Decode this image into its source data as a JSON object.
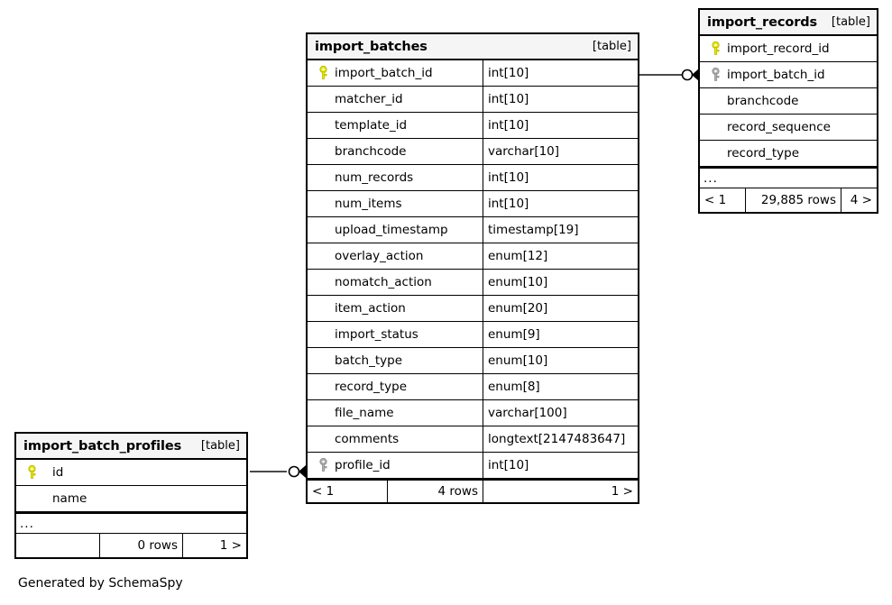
{
  "diagram": {
    "footer_note": "Generated by SchemaSpy",
    "kind_label": "[table]",
    "ellipsis": "...",
    "colors": {
      "primary_key": "#e8e800",
      "foreign_key": "#b0b0b0",
      "border": "#000000",
      "header_bg": "#f5f5f5",
      "background": "#ffffff"
    }
  },
  "tables": {
    "import_batches": {
      "name": "import_batches",
      "kind": "[table]",
      "columns": [
        {
          "key": "primary",
          "name": "import_batch_id",
          "type": "int[10]"
        },
        {
          "key": "none",
          "name": "matcher_id",
          "type": "int[10]"
        },
        {
          "key": "none",
          "name": "template_id",
          "type": "int[10]"
        },
        {
          "key": "none",
          "name": "branchcode",
          "type": "varchar[10]"
        },
        {
          "key": "none",
          "name": "num_records",
          "type": "int[10]"
        },
        {
          "key": "none",
          "name": "num_items",
          "type": "int[10]"
        },
        {
          "key": "none",
          "name": "upload_timestamp",
          "type": "timestamp[19]"
        },
        {
          "key": "none",
          "name": "overlay_action",
          "type": "enum[12]"
        },
        {
          "key": "none",
          "name": "nomatch_action",
          "type": "enum[10]"
        },
        {
          "key": "none",
          "name": "item_action",
          "type": "enum[20]"
        },
        {
          "key": "none",
          "name": "import_status",
          "type": "enum[9]"
        },
        {
          "key": "none",
          "name": "batch_type",
          "type": "enum[10]"
        },
        {
          "key": "none",
          "name": "record_type",
          "type": "enum[8]"
        },
        {
          "key": "none",
          "name": "file_name",
          "type": "varchar[100]"
        },
        {
          "key": "none",
          "name": "comments",
          "type": "longtext[2147483647]"
        },
        {
          "key": "foreign",
          "name": "profile_id",
          "type": "int[10]"
        }
      ],
      "has_ellipsis": false,
      "footer": {
        "prev": "< 1",
        "rows": "4 rows",
        "next": "1 >"
      }
    },
    "import_records": {
      "name": "import_records",
      "kind": "[table]",
      "columns": [
        {
          "key": "primary",
          "name": "import_record_id",
          "type": ""
        },
        {
          "key": "foreign",
          "name": "import_batch_id",
          "type": ""
        },
        {
          "key": "none",
          "name": "branchcode",
          "type": ""
        },
        {
          "key": "none",
          "name": "record_sequence",
          "type": ""
        },
        {
          "key": "none",
          "name": "record_type",
          "type": ""
        }
      ],
      "has_ellipsis": true,
      "footer": {
        "prev": "< 1",
        "rows": "29,885 rows",
        "next": "4 >"
      }
    },
    "import_batch_profiles": {
      "name": "import_batch_profiles",
      "kind": "[table]",
      "columns": [
        {
          "key": "primary",
          "name": "id",
          "type": ""
        },
        {
          "key": "none",
          "name": "name",
          "type": ""
        }
      ],
      "has_ellipsis": true,
      "footer": {
        "prev": "",
        "rows": "0 rows",
        "next": "1 >"
      }
    }
  },
  "relationships": [
    {
      "from": "import_batches.import_batch_id",
      "to": "import_records.import_batch_id"
    },
    {
      "from": "import_batch_profiles.id",
      "to": "import_batches.profile_id"
    }
  ]
}
